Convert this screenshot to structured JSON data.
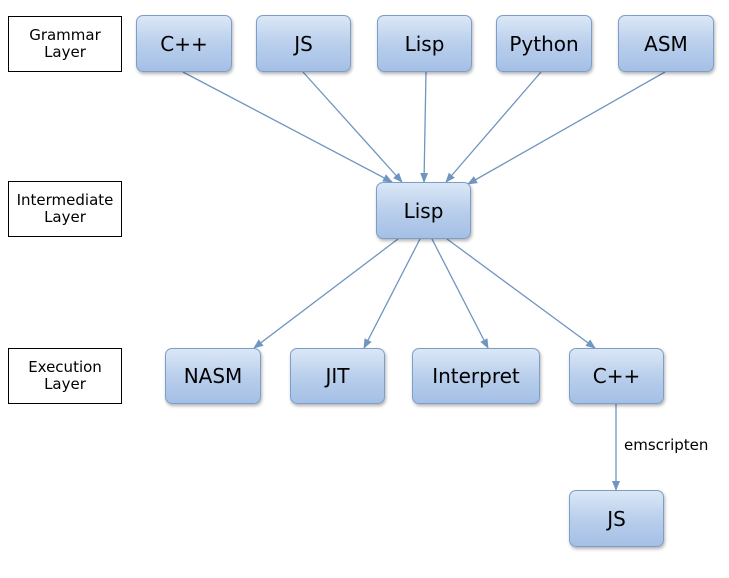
{
  "layers": {
    "grammar": [
      "Grammar",
      "Layer"
    ],
    "intermediate": [
      "Intermediate",
      "Layer"
    ],
    "execution": [
      "Execution",
      "Layer"
    ]
  },
  "nodes": {
    "g_cpp": "C++",
    "g_js": "JS",
    "g_lisp": "Lisp",
    "g_python": "Python",
    "g_asm": "ASM",
    "i_lisp": "Lisp",
    "e_nasm": "NASM",
    "e_jit": "JIT",
    "e_interpret": "Interpret",
    "e_cpp": "C++",
    "o_js": "JS"
  },
  "edge_labels": {
    "emscripten": "emscripten"
  },
  "colors": {
    "node_fill_top": "#dbe7f6",
    "node_fill_bottom": "#a5c0e6",
    "node_border": "#7d9ec7",
    "edge": "#6f95c0"
  }
}
